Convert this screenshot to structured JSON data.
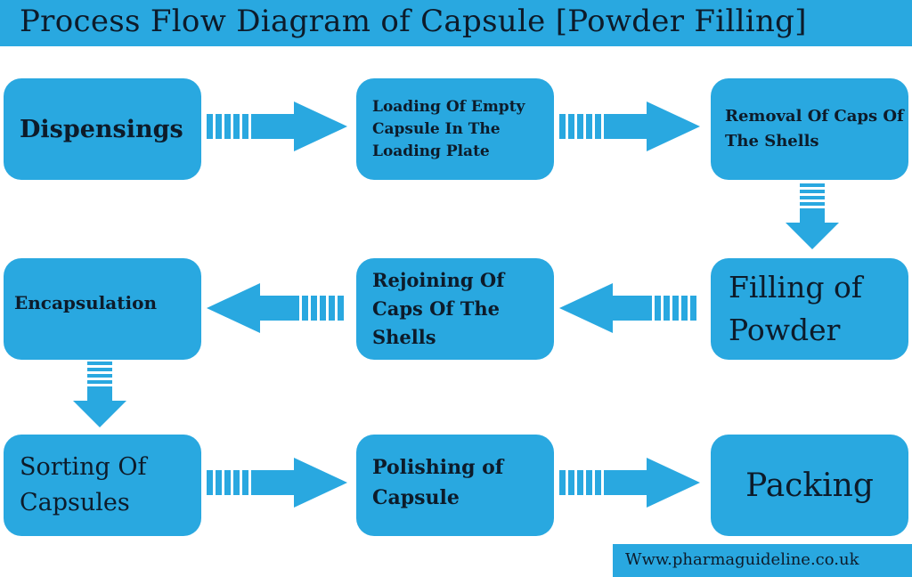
{
  "title": "Process Flow Diagram of Capsule [Powder Filling]",
  "steps": [
    {
      "label": "Dispensings"
    },
    {
      "label": "Loading Of Empty Capsule In The Loading Plate"
    },
    {
      "label": "Removal Of Caps Of The Shells"
    },
    {
      "label": "Filling of Powder"
    },
    {
      "label": "Rejoining Of Caps Of The Shells"
    },
    {
      "label": "Encapsulation"
    },
    {
      "label": "Sorting Of Capsules"
    },
    {
      "label": "Polishing of Capsule"
    },
    {
      "label": "Packing"
    }
  ],
  "footer": {
    "url": "Www.pharmaguideline.co.uk"
  },
  "colors": {
    "accent": "#29a8e0",
    "text": "#0d1b2a",
    "background": "#ffffff"
  }
}
